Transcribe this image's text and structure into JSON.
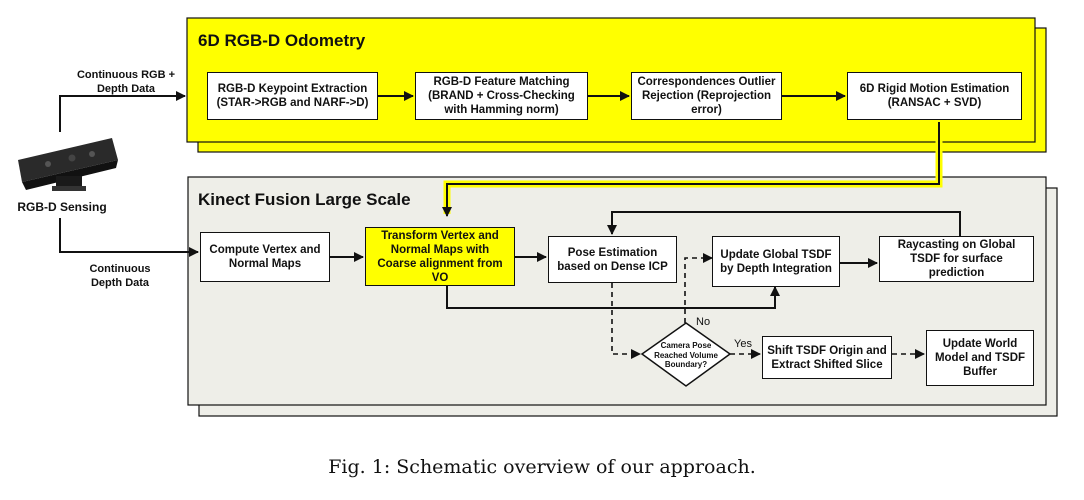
{
  "odometry": {
    "title": "6D RGB-D Odometry",
    "boxes": [
      "RGB-D Keypoint Extraction (STAR->RGB and NARF->D)",
      "RGB-D Feature Matching (BRAND + Cross-Checking with Hamming norm)",
      "Correspondences Outlier Rejection (Reprojection error)",
      "6D Rigid Motion Estimation (RANSAC + SVD)"
    ]
  },
  "fusion": {
    "title": "Kinect Fusion Large Scale",
    "boxes": {
      "compute": "Compute Vertex and Normal Maps",
      "transform": "Transform Vertex and Normal Maps with Coarse alignment from VO",
      "pose": "Pose Estimation based on Dense ICP",
      "update_tsdf": "Update Global TSDF by Depth Integration",
      "raycast": "Raycasting on Global TSDF for surface prediction",
      "shift": "Shift TSDF Origin and Extract Shifted Slice",
      "update_world": "Update World Model and TSDF Buffer"
    },
    "decision": "Camera Pose Reached Volume Boundary?",
    "yes_label": "Yes",
    "no_label": "No"
  },
  "sensor": {
    "label": "RGB-D Sensing",
    "top_flow": "Continuous RGB + Depth Data",
    "bottom_flow": "Continuous Depth Data"
  },
  "caption": "Fig. 1: Schematic overview of our approach.",
  "colors": {
    "highlight": "#ffff00",
    "panel": "#eeeee8",
    "stroke": "#111111"
  }
}
